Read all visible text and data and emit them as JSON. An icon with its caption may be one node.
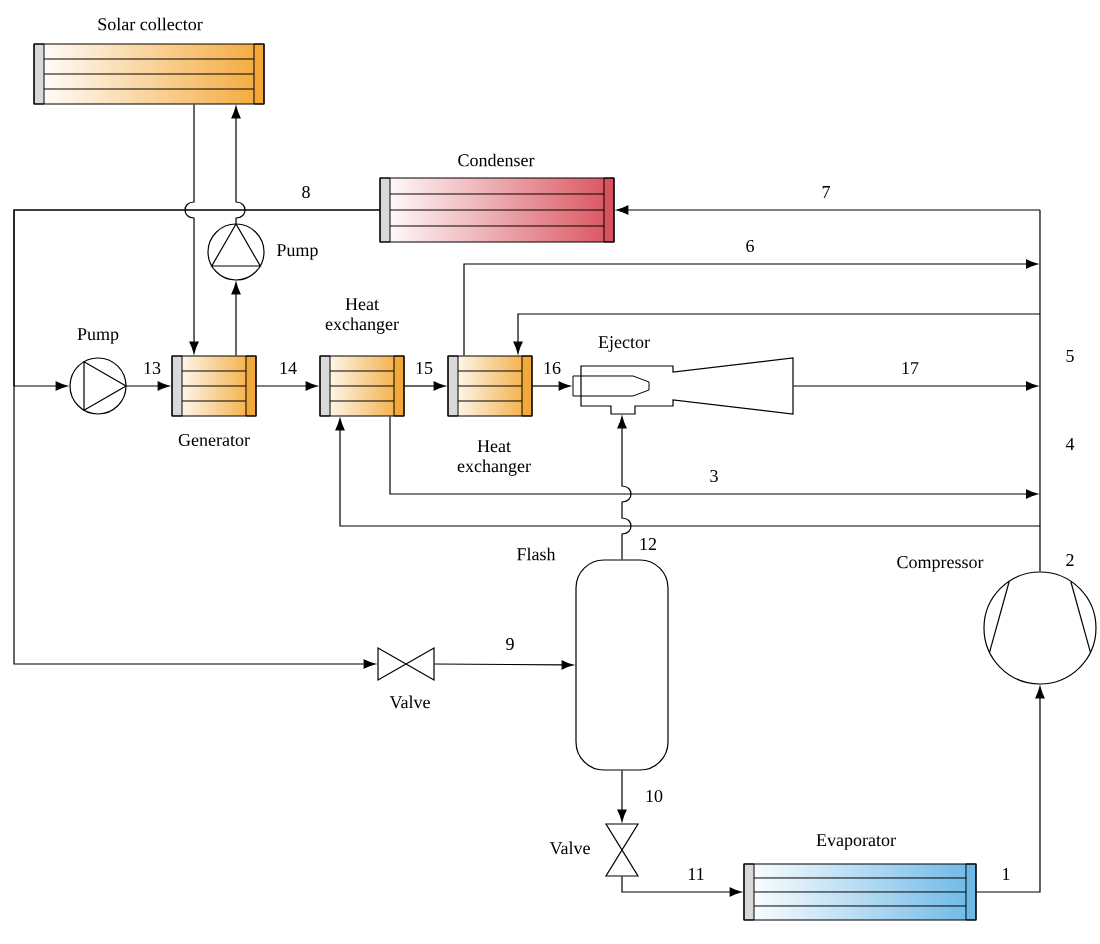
{
  "diagram": {
    "nodes": [
      {
        "text": [
          "Solar collector"
        ]
      },
      {
        "text": [
          "Condenser"
        ]
      },
      {
        "text": [
          "Pump"
        ]
      },
      {
        "text": [
          "Pump"
        ]
      },
      {
        "text": [
          "Generator"
        ]
      },
      {
        "text": [
          "Heat exchanger"
        ]
      },
      {
        "text": [
          "Heat exchanger"
        ]
      },
      {
        "text": [
          "Ejector"
        ]
      },
      {
        "text": [
          "Flash"
        ]
      },
      {
        "text": [
          "Valve"
        ]
      },
      {
        "text": [
          "Valve"
        ]
      },
      {
        "text": [
          "Evaporator"
        ]
      },
      {
        "text": [
          "Compressor"
        ]
      }
    ],
    "edges": [
      {
        "from": 0,
        "to": 4,
        "arrow": "to"
      },
      {
        "from": 4,
        "to": 2,
        "arrow": "to"
      },
      {
        "from": 2,
        "to": 0,
        "arrow": "to"
      },
      {
        "from": 1,
        "to": 3,
        "arrow": "to",
        "label": "8"
      },
      {
        "from": 1,
        "to": 9,
        "arrow": "to"
      },
      {
        "from": 3,
        "to": 4,
        "arrow": "to",
        "label": "13"
      },
      {
        "from": 4,
        "to": 5,
        "arrow": "to",
        "label": "14"
      },
      {
        "from": 5,
        "to": 6,
        "arrow": "to",
        "label": "15"
      },
      {
        "from": 6,
        "to": 7,
        "arrow": "to",
        "label": "16"
      },
      {
        "from": 7,
        "to": null,
        "arrow": "to",
        "label": "17"
      },
      {
        "from": 6,
        "to": null,
        "arrow": "to",
        "label": "6"
      },
      {
        "from": null,
        "to": 6,
        "arrow": "to"
      },
      {
        "from": null,
        "to": 1,
        "arrow": "to",
        "label": "7"
      },
      {
        "from": 5,
        "to": null,
        "arrow": "to",
        "label": "3"
      },
      {
        "from": 12,
        "to": 5,
        "arrow": "to",
        "label": "2"
      },
      {
        "from": 8,
        "to": 7,
        "arrow": "to",
        "label": "12"
      },
      {
        "from": 9,
        "to": 8,
        "arrow": "to",
        "label": "9"
      },
      {
        "from": 8,
        "to": 10,
        "arrow": "to",
        "label": "10"
      },
      {
        "from": 10,
        "to": 11,
        "arrow": "to",
        "label": "11"
      },
      {
        "from": 11,
        "to": 12,
        "arrow": "to",
        "label": "1"
      }
    ],
    "labels": [
      "5",
      "4"
    ]
  }
}
